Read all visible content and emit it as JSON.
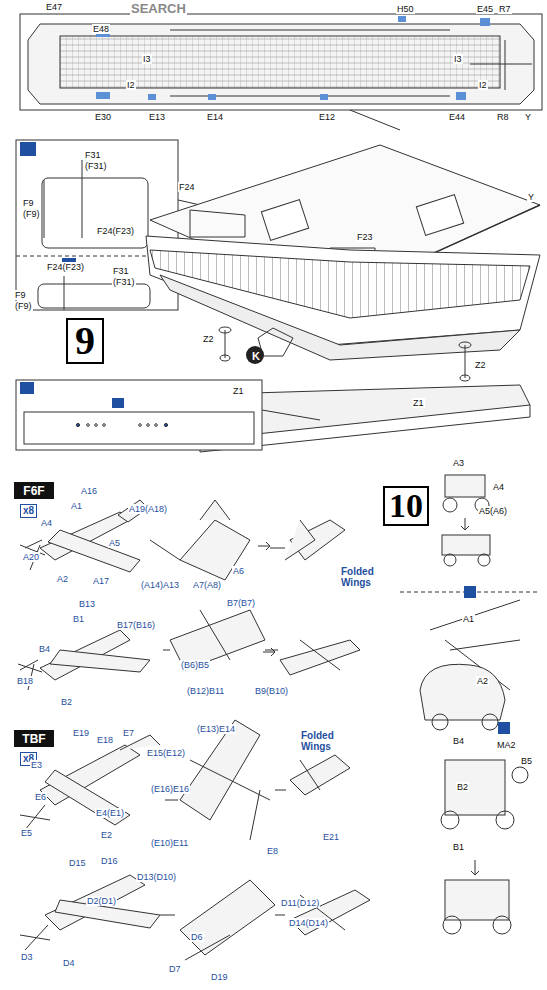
{
  "diagram": {
    "nodes": [
      {
        "text": [
          "9"
        ]
      },
      {
        "text": [
          "10"
        ]
      },
      {
        "text": [
          "F6F"
        ]
      },
      {
        "text": [
          "TBF"
        ]
      }
    ],
    "labels": [
      "SEARCH",
      "E47",
      "E48",
      "H50",
      "E45",
      "R7",
      "I3",
      "I3",
      "I2",
      "I2",
      "E30",
      "E13",
      "E14",
      "E12",
      "E44",
      "R8",
      "Y",
      "F31",
      "(F31)",
      "F9",
      "(F9)",
      "F24(F23)",
      "F24(F23)",
      "F31",
      "(F31)",
      "F9",
      "(F9)",
      "F24",
      "Y",
      "F23",
      "Z2",
      "K",
      "Z2",
      "Z1",
      "Z1",
      "x8",
      "A16",
      "A1",
      "A4",
      "A19(A18)",
      "A5",
      "A20",
      "A2",
      "A17",
      "(A14)A13",
      "A7(A8)",
      "A6",
      "Folded Wings",
      "A3",
      "A4",
      "A5(A6)",
      "B13",
      "B1",
      "B4",
      "B17(B16)",
      "B7(B7)",
      "B18",
      "B2",
      "(B6)B5",
      "(B12)B11",
      "B9(B10)",
      "A1",
      "A2",
      "x8",
      "E19",
      "E18",
      "E7",
      "E15(E12)",
      "E3",
      "E6",
      "E4(E1)",
      "E2",
      "E5",
      "(E13)E14",
      "Folded Wings",
      "(E16)E16",
      "(E10)E11",
      "E8",
      "E21",
      "B4",
      "MA2",
      "B5",
      "B2",
      "B1",
      "D15",
      "D16",
      "D13(D10)",
      "D2(D1)",
      "D3",
      "D4",
      "D6",
      "D7",
      "D19",
      "D11(D12)",
      "D14(D14)"
    ]
  }
}
